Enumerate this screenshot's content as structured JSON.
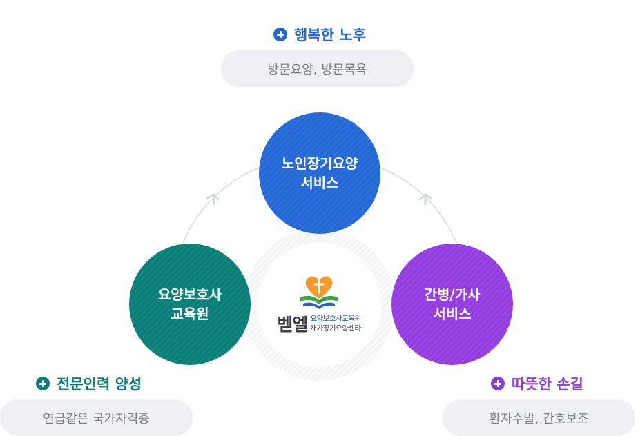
{
  "nodes": {
    "top": {
      "line1": "노인장기요양",
      "line2": "서비스"
    },
    "left": {
      "line1": "요양보호사",
      "line2": "교육원"
    },
    "right": {
      "line1": "간병/가사",
      "line2": "서비스"
    }
  },
  "labels": {
    "top": {
      "heading": "행복한 노후",
      "detail": "방문요양, 방문목욕"
    },
    "left": {
      "heading": "전문인력 양성",
      "detail": "연급같은 국가자격증"
    },
    "right": {
      "heading": "따뜻한 손길",
      "detail": "환자수발, 간호보조"
    }
  },
  "logo": {
    "name": "벧엘",
    "sub1": "요양보호사교육원",
    "sub2": "재가장기요양센타"
  },
  "colors": {
    "blue": "#2b6fdd",
    "teal": "#10877f",
    "purple": "#9b45e6",
    "pill_bg": "#eef0f4",
    "orange": "#f39a2c",
    "green": "#3aa541"
  }
}
